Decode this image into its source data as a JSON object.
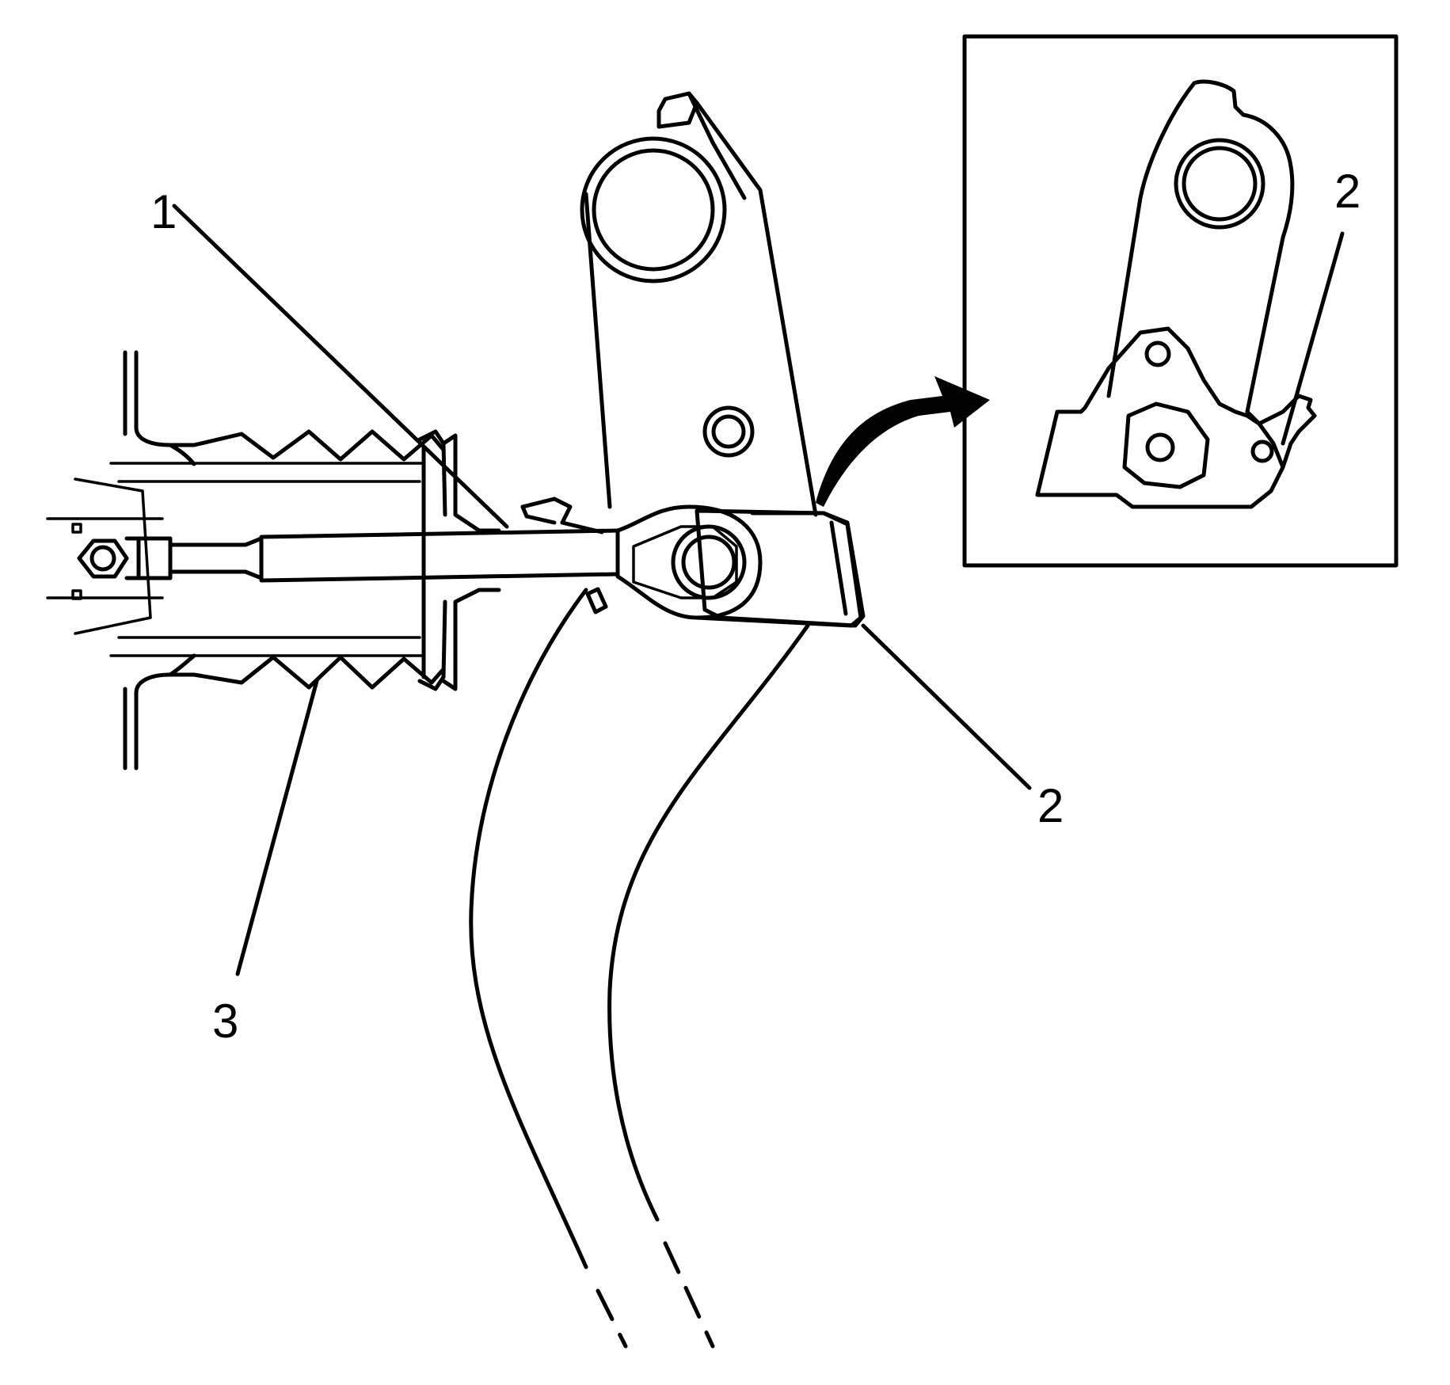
{
  "callouts": {
    "c1": "1",
    "c2": "2",
    "c3": "3",
    "inset_c2": "2"
  }
}
